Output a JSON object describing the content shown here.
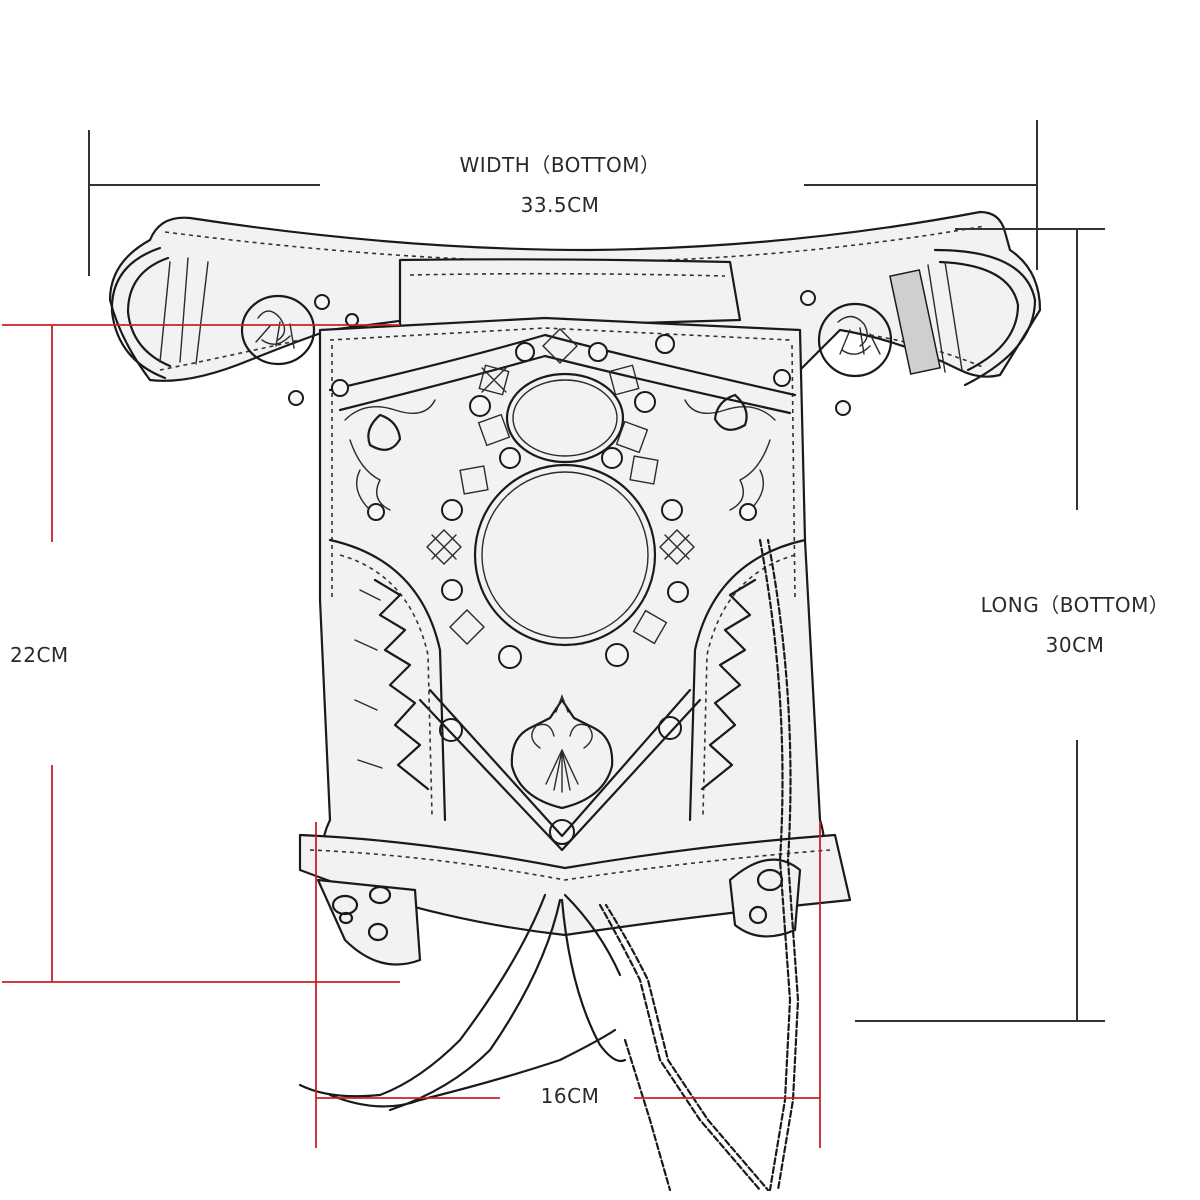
{
  "diagram": {
    "subject": "steampunk drop-leg waist bag line sketch",
    "colors": {
      "background": "#ffffff",
      "sketch_ink": "#1a1a1a",
      "dimension_black": "#333333",
      "dimension_red": "#cc1f26",
      "label_text": "#2a2a2a"
    },
    "dimensions": {
      "width": {
        "title": "WIDTH（BOTTOM）",
        "value": "33.5CM",
        "line_color": "black"
      },
      "long": {
        "title": "LONG（BOTTOM）",
        "value": "30CM",
        "line_color": "black"
      },
      "height_left": {
        "value": "22CM",
        "line_color": "red"
      },
      "bottom_width": {
        "value": "16CM",
        "line_color": "red"
      }
    },
    "parts": [
      "waist-strap",
      "left-d-ring",
      "right-d-ring",
      "front-flap",
      "oval-window",
      "round-window",
      "pyramid-studs",
      "round-studs",
      "scroll-emblems",
      "side-lacing",
      "bottom-leg-strap",
      "tie-ribbon",
      "hanging-chain"
    ]
  }
}
